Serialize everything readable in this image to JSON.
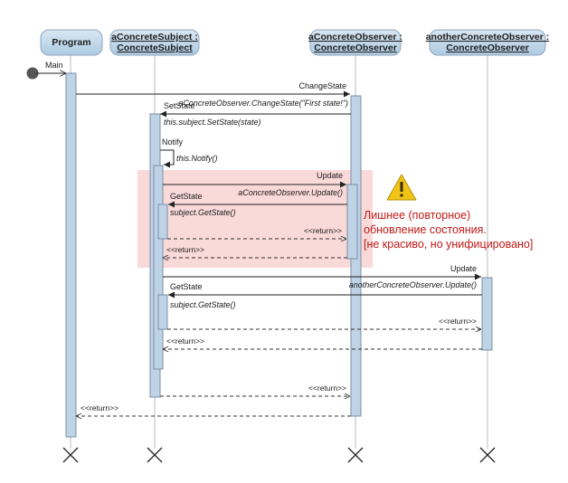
{
  "lifelines": [
    {
      "id": "program",
      "lines": [
        "Program"
      ],
      "underline": false
    },
    {
      "id": "subject",
      "lines": [
        "aConcreteSubject :",
        "ConcreteSubject"
      ],
      "underline": true
    },
    {
      "id": "observer",
      "lines": [
        "aConcreteObserver :",
        "ConcreteObserver"
      ],
      "underline": true
    },
    {
      "id": "another",
      "lines": [
        "anotherConcreteObserver :",
        "ConcreteObserver"
      ],
      "underline": true
    }
  ],
  "messages": {
    "main": "Main",
    "change_state": "ChangeState",
    "change_state_call": "aConcreteObserver.ChangeState(\"First state!\")",
    "set_state": "SetState",
    "set_state_call": "this.subject.SetState(state)",
    "notify": "Notify",
    "notify_call": "this.Notify()",
    "update1": "Update",
    "update1_call": "aConcreteObserver.Update()",
    "get_state1": "GetState",
    "get_state1_call": "subject.GetState()",
    "update2": "Update",
    "update2_call": "anotherConcreteObserver.Update()",
    "get_state2": "GetState",
    "get_state2_call": "subject.GetState()",
    "return": "<<return>>"
  },
  "note": {
    "lines": [
      "Лишнее (повторное)",
      "обновление состояния.",
      "[не красиво, но унифицировано]"
    ],
    "warning_icon": "warning-icon"
  },
  "colors": {
    "header_fill": "#c4d8ea",
    "activation_fill": "#bfd3e6",
    "highlight": "#f9d2d2",
    "note_text": "#c01818",
    "warning": "#f0c417"
  }
}
